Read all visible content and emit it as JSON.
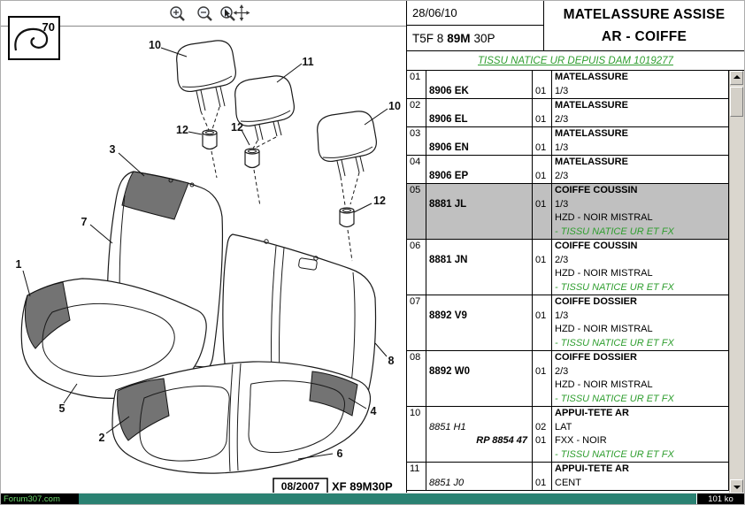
{
  "colors": {
    "green": "#2f9e2f",
    "highlight": "#c0c0c0",
    "teal": "#2a8172",
    "patch": "#737373"
  },
  "toolbar": {
    "icons": [
      {
        "name": "zoom-in"
      },
      {
        "name": "zoom-out"
      },
      {
        "name": "zoom-select"
      },
      {
        "name": "pan"
      }
    ]
  },
  "diagram": {
    "thumb_label": "70",
    "date_box": "08/2007",
    "ref_code": "XF 89M30P",
    "callouts": [
      {
        "label": "10"
      },
      {
        "label": "11"
      },
      {
        "label": "10"
      },
      {
        "label": "12"
      },
      {
        "label": "12"
      },
      {
        "label": "12"
      },
      {
        "label": "3"
      },
      {
        "label": "7"
      },
      {
        "label": "1"
      },
      {
        "label": "5"
      },
      {
        "label": "2"
      },
      {
        "label": "6"
      },
      {
        "label": "4"
      },
      {
        "label": "8"
      }
    ]
  },
  "header": {
    "date": "28/06/10",
    "code": {
      "prefix": "T5F 8",
      "bold": "89M",
      "suffix": "30P"
    },
    "title_line1": "MATELASSURE ASSISE",
    "title_line2": "AR - COIFFE",
    "banner": "TISSU NATICE UR DEPUIS DAM 1019277"
  },
  "table": {
    "rows": [
      {
        "index": "01",
        "part": "8906 EK",
        "part_style": "bold",
        "title": "MATELASSURE",
        "highlight": false,
        "details": [
          {
            "qty": "01",
            "text": "1/3",
            "green": false
          }
        ]
      },
      {
        "index": "02",
        "part": "8906 EL",
        "part_style": "bold",
        "title": "MATELASSURE",
        "highlight": false,
        "details": [
          {
            "qty": "01",
            "text": "2/3",
            "green": false
          }
        ]
      },
      {
        "index": "03",
        "part": "8906 EN",
        "part_style": "bold",
        "title": "MATELASSURE",
        "highlight": false,
        "details": [
          {
            "qty": "01",
            "text": "1/3",
            "green": false
          }
        ]
      },
      {
        "index": "04",
        "part": "8906 EP",
        "part_style": "bold",
        "title": "MATELASSURE",
        "highlight": false,
        "details": [
          {
            "qty": "01",
            "text": "2/3",
            "green": false
          }
        ]
      },
      {
        "index": "05",
        "part": "8881 JL",
        "part_style": "bold",
        "title": "COIFFE COUSSIN",
        "highlight": true,
        "details": [
          {
            "qty": "01",
            "text": "1/3",
            "green": false
          },
          {
            "qty": "",
            "text": "HZD - NOIR MISTRAL",
            "green": false
          },
          {
            "qty": "",
            "text": "- TISSU NATICE UR ET FX",
            "green": true
          }
        ]
      },
      {
        "index": "06",
        "part": "8881 JN",
        "part_style": "bold",
        "title": "COIFFE COUSSIN",
        "highlight": false,
        "details": [
          {
            "qty": "01",
            "text": "2/3",
            "green": false
          },
          {
            "qty": "",
            "text": "HZD - NOIR MISTRAL",
            "green": false
          },
          {
            "qty": "",
            "text": "- TISSU NATICE UR ET FX",
            "green": true
          }
        ]
      },
      {
        "index": "07",
        "part": "8892 V9",
        "part_style": "bold",
        "title": "COIFFE DOSSIER",
        "highlight": false,
        "details": [
          {
            "qty": "01",
            "text": "1/3",
            "green": false
          },
          {
            "qty": "",
            "text": "HZD - NOIR MISTRAL",
            "green": false
          },
          {
            "qty": "",
            "text": "- TISSU NATICE UR ET FX",
            "green": true
          }
        ]
      },
      {
        "index": "08",
        "part": "8892 W0",
        "part_style": "bold",
        "title": "COIFFE DOSSIER",
        "highlight": false,
        "details": [
          {
            "qty": "01",
            "text": "2/3",
            "green": false
          },
          {
            "qty": "",
            "text": "HZD - NOIR MISTRAL",
            "green": false
          },
          {
            "qty": "",
            "text": "- TISSU NATICE UR ET FX",
            "green": true
          }
        ]
      },
      {
        "index": "10",
        "part": "8851 H1",
        "part_style": "italic",
        "rp": "RP 8854 47",
        "title": "APPUI-TETE AR",
        "highlight": false,
        "details": [
          {
            "qty": "02",
            "text": "LAT",
            "green": false
          },
          {
            "qty": "01",
            "text": "FXX - NOIR",
            "green": false
          },
          {
            "qty": "",
            "text": "- TISSU NATICE UR ET FX",
            "green": true
          }
        ]
      },
      {
        "index": "11",
        "part": "8851 J0",
        "part_style": "italic",
        "title": "APPUI-TETE AR",
        "highlight": false,
        "details": [
          {
            "qty": "01",
            "text": "CENT",
            "green": false
          }
        ]
      }
    ]
  },
  "statusbar": {
    "site": "Forum307.com",
    "size": "101 ko"
  }
}
